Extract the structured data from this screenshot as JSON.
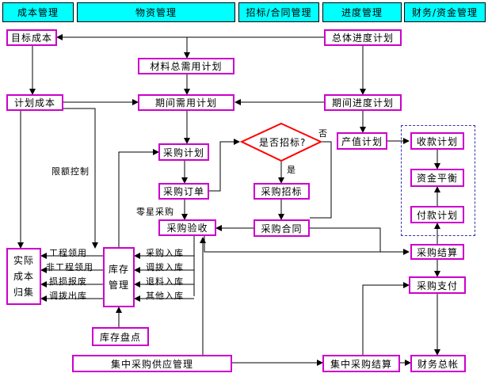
{
  "headers": {
    "cost": "成本管理",
    "material": "物资管理",
    "tender": "招标/合同管理",
    "progress": "进度管理",
    "finance": "财务/资金管理"
  },
  "nodes": {
    "target_cost": "目标成本",
    "master_schedule": "总体进度计划",
    "material_demand_plan": "材料总需用计划",
    "plan_cost": "计划成本",
    "period_demand_plan": "期间需用计划",
    "period_progress_plan": "期间进度计划",
    "is_tender": "是否招标?",
    "output_plan": "产值计划",
    "collection_plan": "收款计划",
    "purchase_plan": "采购计划",
    "funds_balance": "资金平衡",
    "purchase_order": "采购订单",
    "purchase_tender": "采购招标",
    "payment_plan": "付款计划",
    "purchase_acceptance": "采购验收",
    "purchase_contract": "采购合同",
    "purchase_settlement": "采购结算",
    "actual_cost_lines": [
      "实际",
      "成本",
      "归集"
    ],
    "inventory_mgmt_lines": [
      "库存",
      "管理"
    ],
    "purchase_payment": "采购支付",
    "inventory_count": "库存盘点",
    "central_supply_mgmt": "集中采购供应管理",
    "central_settlement": "集中采购结算",
    "finance_ledger": "财务总帐"
  },
  "labels": {
    "quota_control": "限额控制",
    "sporadic_purchase": "零星采购",
    "yes": "是",
    "no": "否",
    "project_use": "工程领用",
    "non_project_use": "非工程领用",
    "loss_scrap": "损损报废",
    "transfer_out": "调拨出库",
    "purchase_in": "采购入库",
    "transfer_in": "调拨入库",
    "return_in": "退料入库",
    "other_in": "其他入库"
  },
  "colors": {
    "header_bg": "#00ffff",
    "node_border": "#cc00cc",
    "decision_border": "#ff0000",
    "dash_border": "#3333aa",
    "arrow": "#000000"
  }
}
